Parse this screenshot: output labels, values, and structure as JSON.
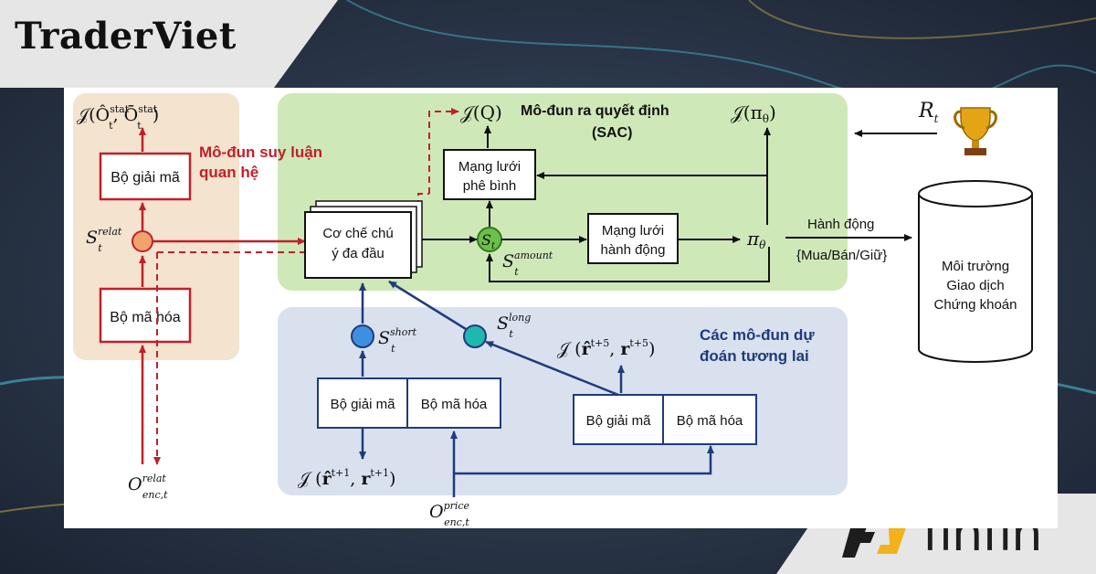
{
  "brand": {
    "left_name": "TraderViet",
    "right_name": "finfin"
  },
  "colors": {
    "red": "#c0202a",
    "navy": "#1f3b7c",
    "green_panel": "#cfe8b8",
    "blue_panel": "#d9e1ef",
    "tan_panel": "#f3e3cf"
  },
  "modules": {
    "relation_title": [
      "Mô-đun suy luận",
      "quan hệ"
    ],
    "decision_title": [
      "Mô-đun ra quyết định",
      "(SAC)"
    ],
    "future_title": [
      "Các mô-đun dự",
      "đoán tương lai"
    ]
  },
  "boxes": {
    "relation_decoder": "Bộ giải mã",
    "relation_encoder": "Bộ mã hóa",
    "attention": [
      "Cơ chế chú",
      "ý đa đầu"
    ],
    "critic": [
      "Mạng lưới",
      "phê bình"
    ],
    "actor": [
      "Mạng lưới",
      "hành động"
    ],
    "short_decoder": "Bộ giải mã",
    "short_encoder": "Bộ mã hóa",
    "long_decoder": "Bộ giải mã",
    "long_encoder": "Bộ mã hóa",
    "environment": [
      "Môi trường",
      "Giao dịch",
      "Chứng khoán"
    ]
  },
  "labels": {
    "action": "Hành động",
    "action_options": "{Mua/Bán/Giữ}",
    "loss_relation": "𝒥(Ô, Ō)",
    "loss_q": "𝒥(Q)",
    "loss_pi": "𝒥(πθ)",
    "policy": "πθ",
    "reward": "Rt",
    "state": "St",
    "state_relat": "S relat",
    "state_amount": "S amount",
    "state_short": "S short",
    "state_long": "S long",
    "obs_relat": "O relat enc,t",
    "obs_price": "O price enc,t",
    "loss_short": "𝒥(r̂ t+1, r t+1)",
    "loss_long": "𝒥(r̂ t+5, r t+5)"
  },
  "icons": {
    "reward": "trophy-icon",
    "left_brand": "traderviet-logo",
    "right_brand": "finfin-logo"
  }
}
